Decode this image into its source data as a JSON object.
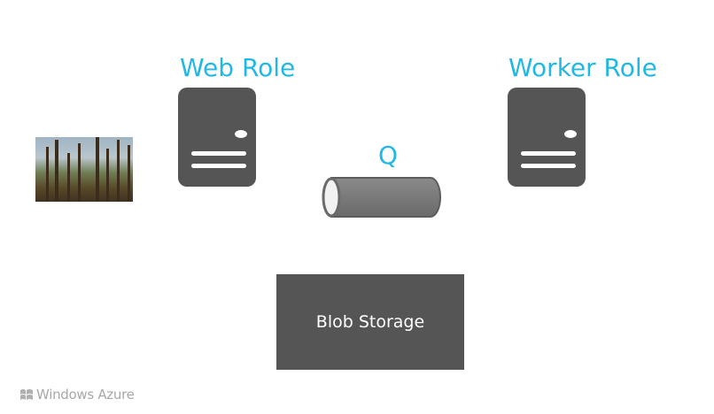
{
  "web_role": {
    "label": "Web Role",
    "icon": "server-icon"
  },
  "worker_role": {
    "label": "Worker Role",
    "icon": "server-icon"
  },
  "queue": {
    "label": "Q",
    "icon": "pipe-icon"
  },
  "blob_storage": {
    "label": "Blob Storage"
  },
  "branding": {
    "text": "Windows Azure",
    "icon": "windows-logo-icon"
  },
  "colors": {
    "accent": "#22b8e6",
    "shape": "#555555",
    "pipe": "#7a7a7a"
  }
}
